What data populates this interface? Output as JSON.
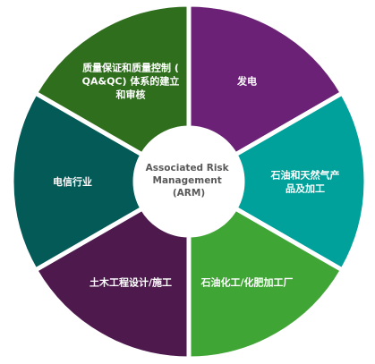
{
  "diagram": {
    "center_label_lines": [
      "Associated Risk",
      "Management",
      "(ARM)"
    ],
    "segments": [
      {
        "lines": [
          "发电"
        ],
        "color": "#6b2276"
      },
      {
        "lines": [
          "石油和天然气产",
          "品及加工"
        ],
        "color": "#00a19a"
      },
      {
        "lines": [
          "石油化工/化肥加工厂"
        ],
        "color": "#3fa535"
      },
      {
        "lines": [
          "土木工程设计/施工"
        ],
        "color": "#4e1a4e"
      },
      {
        "lines": [
          "电信行业"
        ],
        "color": "#045a57"
      },
      {
        "lines": [
          "质量保证和质量控制 (",
          "QA&QC) 体系的建立",
          "和审核"
        ],
        "color": "#2f6e1d"
      }
    ],
    "colors": {
      "center_fill": "#ffffff",
      "center_text": "#595959",
      "separator": "#ffffff"
    }
  }
}
